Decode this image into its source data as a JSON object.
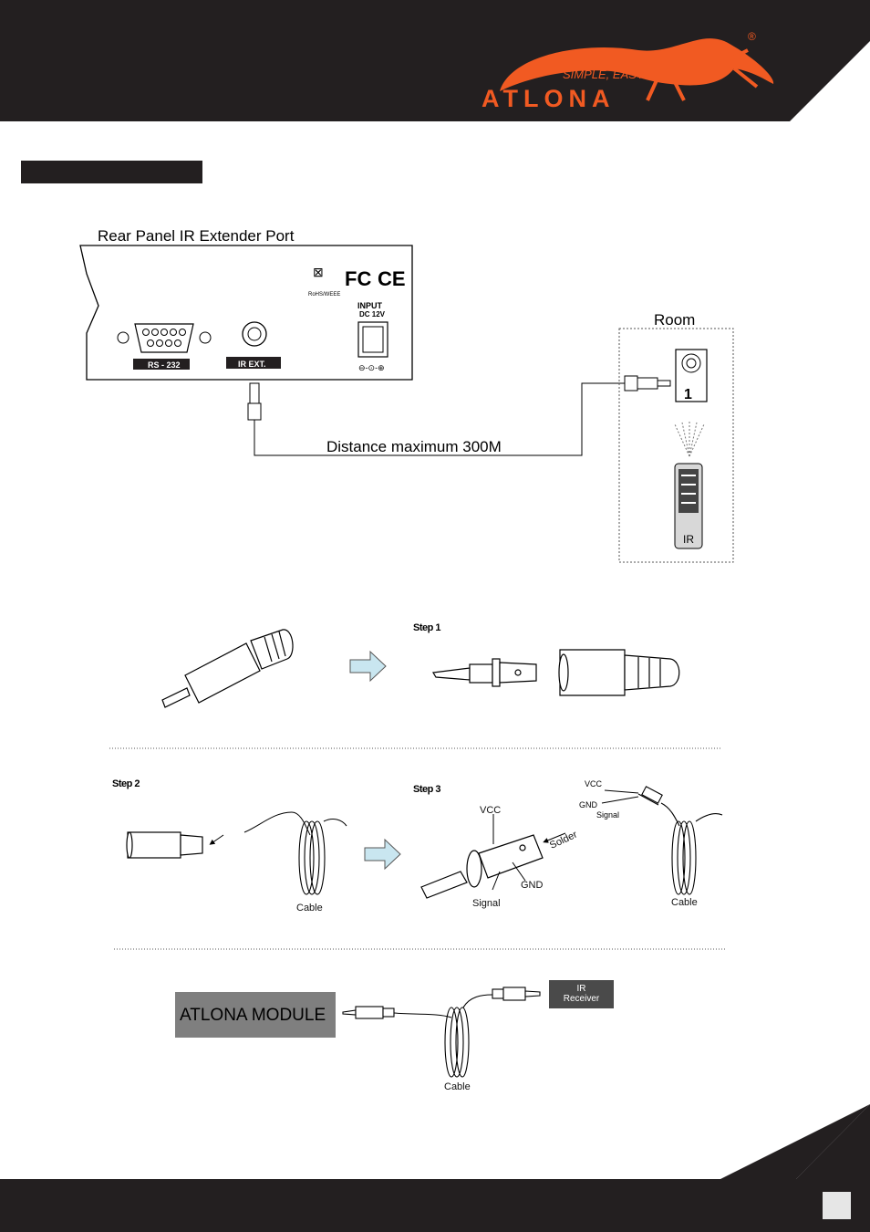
{
  "header": {
    "brand_slogan": "SIMPLE, EASY",
    "brand_logo_text": "ATLONA",
    "registered_mark": "®"
  },
  "section_title": "",
  "panel_diagram": {
    "title": "Rear Panel IR Extender Port",
    "rs232_label": "RS - 232",
    "ir_ext_label": "IR EXT.",
    "input_label": "INPUT",
    "dc_label": "DC 12V",
    "weee_label": "RoHS/WEEE",
    "distance_label": "Distance maximum 300M",
    "room_label": "Room",
    "receiver_number": "1",
    "remote_label": "IR"
  },
  "assembly": {
    "step1_label": "Step 1",
    "step2_label": "Step 2",
    "step3_label": "Step 3",
    "vcc_label": "VCC",
    "solder_label": "Solder",
    "gnd_label": "GND",
    "signal_label": "Signal",
    "cable_label": "Cable",
    "vcc_small_label": "VCC",
    "gnd_small_label": "GND",
    "signal_small_label": "Signal",
    "cable_label_2": "Cable",
    "cable_label_3": "Cable"
  },
  "connection": {
    "module_label": "ATLONA MODULE",
    "receiver_label_line1": "IR",
    "receiver_label_line2": "Receiver"
  },
  "footer": {
    "page_number": ""
  },
  "colors": {
    "header_bg": "#231f20",
    "brand_orange": "#f15a22",
    "arrow_fill": "#c9e6f0"
  }
}
